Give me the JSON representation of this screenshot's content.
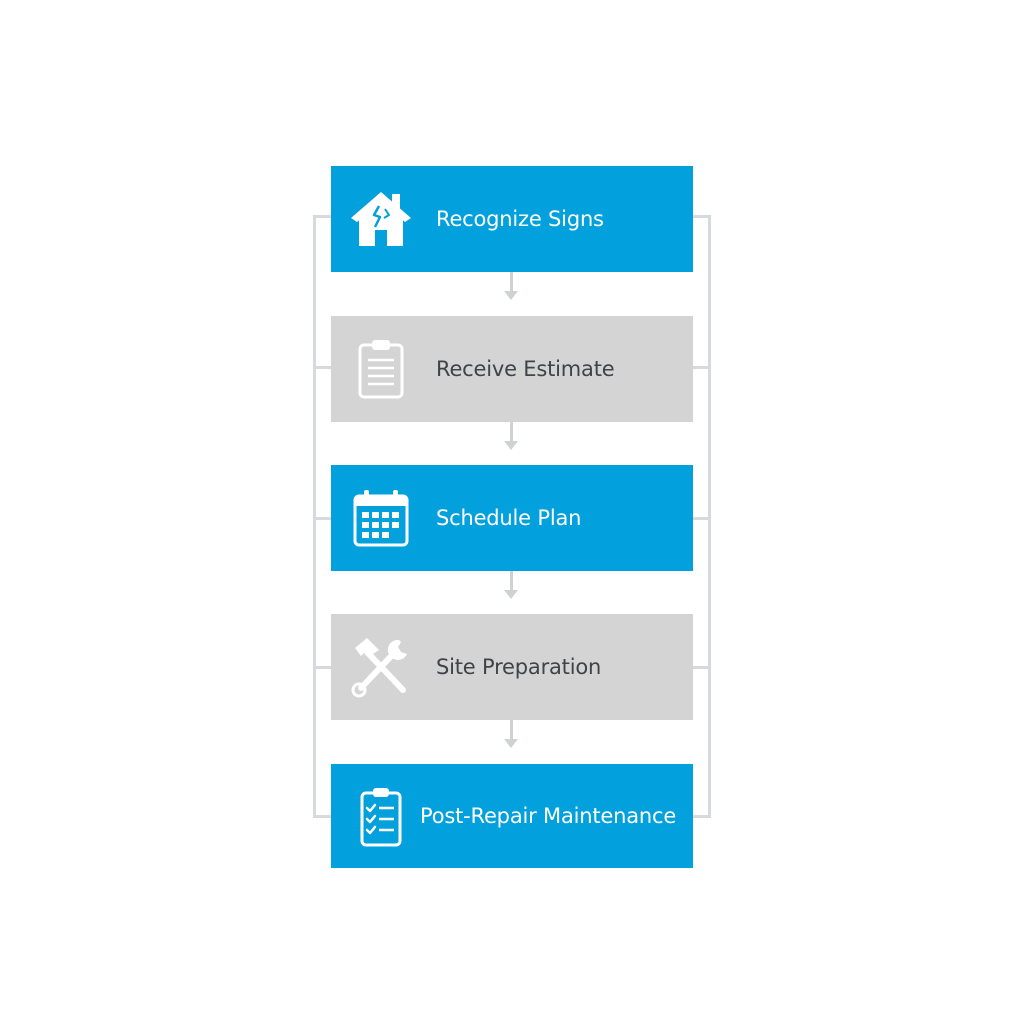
{
  "steps": [
    {
      "label": "Recognize Signs",
      "icon": "cracked-house-icon",
      "color": "#02a0dd"
    },
    {
      "label": "Receive Estimate",
      "icon": "clipboard-icon",
      "color": "#d4d4d4"
    },
    {
      "label": "Schedule Plan",
      "icon": "calendar-icon",
      "color": "#02a0dd"
    },
    {
      "label": "Site Preparation",
      "icon": "hammer-wrench-icon",
      "color": "#d4d4d4"
    },
    {
      "label": "Post-Repair Maintenance",
      "icon": "checklist-icon",
      "color": "#02a0dd"
    }
  ],
  "colors": {
    "accent": "#02a0dd",
    "neutral": "#d4d4d4",
    "connector": "#cfd2d5"
  }
}
